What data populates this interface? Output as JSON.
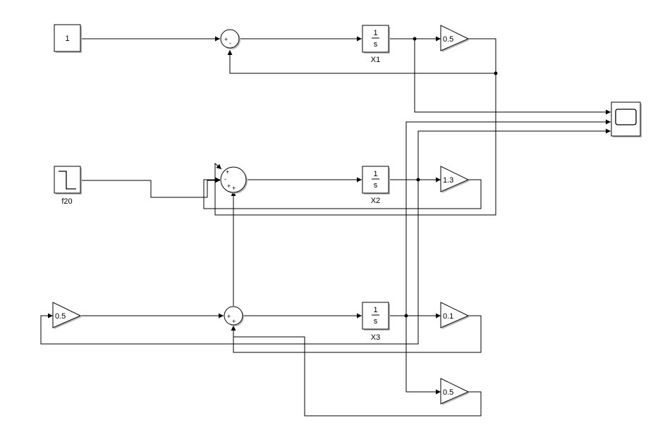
{
  "blocks": {
    "constant": {
      "value": "1"
    },
    "step": {
      "label": "f20"
    },
    "integrators": [
      {
        "num": "1",
        "den": "s",
        "label": "X1"
      },
      {
        "num": "1",
        "den": "s",
        "label": "X2"
      },
      {
        "num": "1",
        "den": "s",
        "label": "X3"
      }
    ],
    "gains": [
      {
        "value": "0.5"
      },
      {
        "value": "1.3"
      },
      {
        "value": "0.1"
      },
      {
        "value": "0.5"
      },
      {
        "value": "0.5"
      }
    ],
    "sums": [
      {
        "signs": [
          "+",
          "-"
        ]
      },
      {
        "signs": [
          "+",
          "-",
          "+",
          "+"
        ]
      },
      {
        "signs": [
          "+",
          "+"
        ]
      }
    ]
  }
}
